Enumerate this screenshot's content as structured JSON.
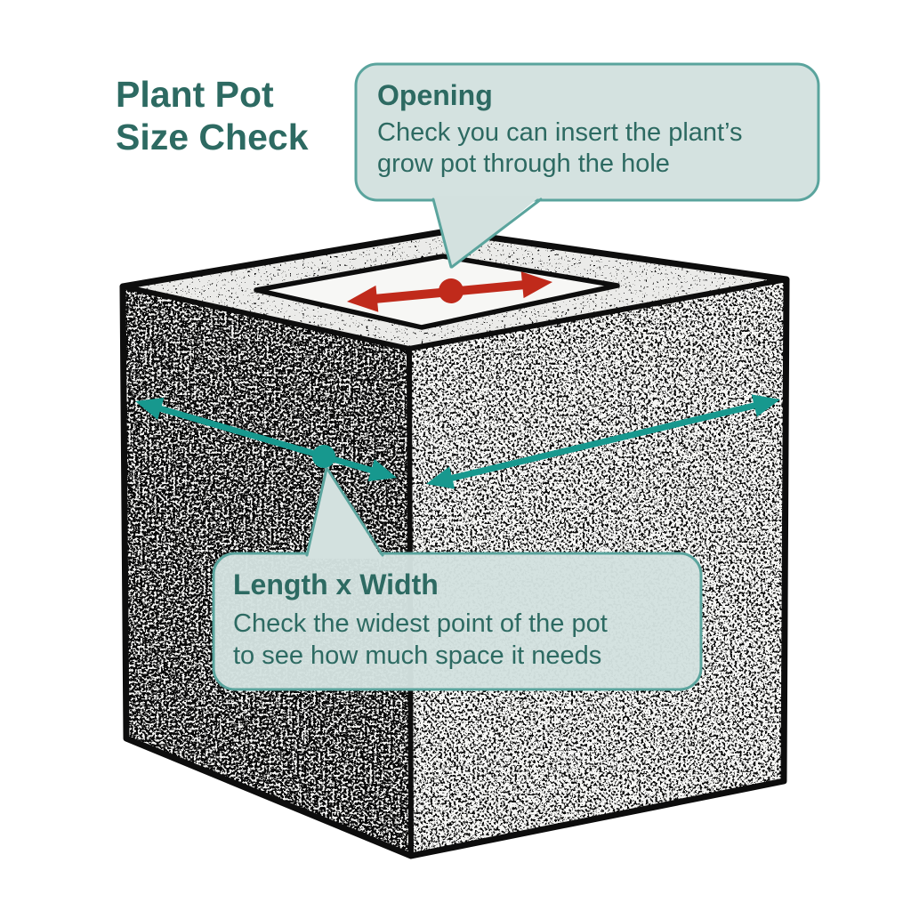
{
  "title": {
    "line1": "Plant Pot",
    "line2": "Size Check"
  },
  "callouts": {
    "opening": {
      "heading": "Opening",
      "body_line1": "Check you can insert the plant’s",
      "body_line2": "grow pot through the hole"
    },
    "length_width": {
      "heading": "Length x Width",
      "body_line1": "Check the widest point of the pot",
      "body_line2": "to see how much space it needs"
    }
  },
  "icons": {
    "opening_arrow": "red-double-arrow-icon",
    "length_arrow": "teal-double-arrow-icon",
    "width_arrow": "teal-double-arrow-icon",
    "opening_point": "red-dot-marker",
    "measure_point": "teal-dot-marker"
  },
  "colors": {
    "title_text": "#2d6a62",
    "callout_text": "#2d6a62",
    "callout_background": "#d3e1df",
    "callout_border": "#5aa49d",
    "measure_arrow_teal": "#17988e",
    "opening_arrow_red": "#c02a1b",
    "planter_outline": "#0d0d0d",
    "page_background": "#ffffff"
  }
}
